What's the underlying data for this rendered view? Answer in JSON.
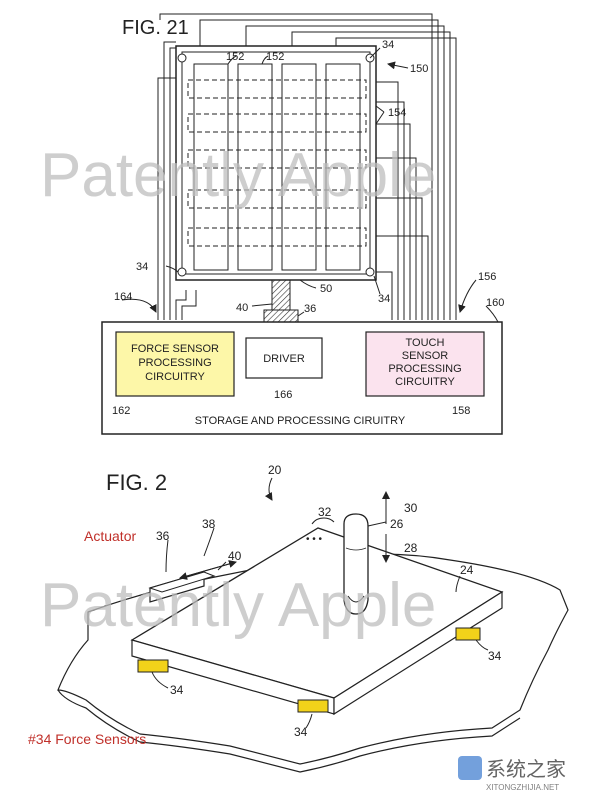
{
  "fig21": {
    "title": "FIG. 21",
    "refs": {
      "r152a": "152",
      "r152b": "152",
      "r34_top": "34",
      "r150": "150",
      "r154": "154",
      "r34_left": "34",
      "r50": "50",
      "r34_bottom": "34",
      "r156": "156",
      "r164": "164",
      "r40": "40",
      "r36": "36",
      "r160": "160",
      "r166": "166",
      "r162": "162",
      "r158": "158"
    },
    "boxes": {
      "force_sensor": [
        "FORCE SENSOR",
        "PROCESSING",
        "CIRCUITRY"
      ],
      "driver": "DRIVER",
      "touch_sensor": [
        "TOUCH",
        "SENSOR",
        "PROCESSING",
        "CIRCUITRY"
      ],
      "storage": "STORAGE AND PROCESSING CIRUITRY"
    }
  },
  "fig2": {
    "title": "FIG. 2",
    "refs": {
      "r20": "20",
      "r30": "30",
      "r32": "32",
      "dots": "• • •",
      "r26": "26",
      "r28": "28",
      "r36": "36",
      "r38": "38",
      "r40": "40",
      "r24": "24",
      "r34_right": "34",
      "r34_left": "34",
      "r34_bottom": "34"
    },
    "captions": {
      "actuator": "Actuator",
      "force_sensors": "#34 Force Sensors"
    }
  },
  "watermarks": {
    "top": "Patently Apple",
    "bottom": "Patently Apple",
    "corner": "系统之家",
    "corner_sub": "XITONGZHIJIA.NET"
  },
  "colors": {
    "force_box": "#fdf7a8",
    "touch_box": "#fbe3ee",
    "sensor_pad": "#f2d21a",
    "caption_red": "#c0302a",
    "watermark": "#bdbdbd"
  }
}
